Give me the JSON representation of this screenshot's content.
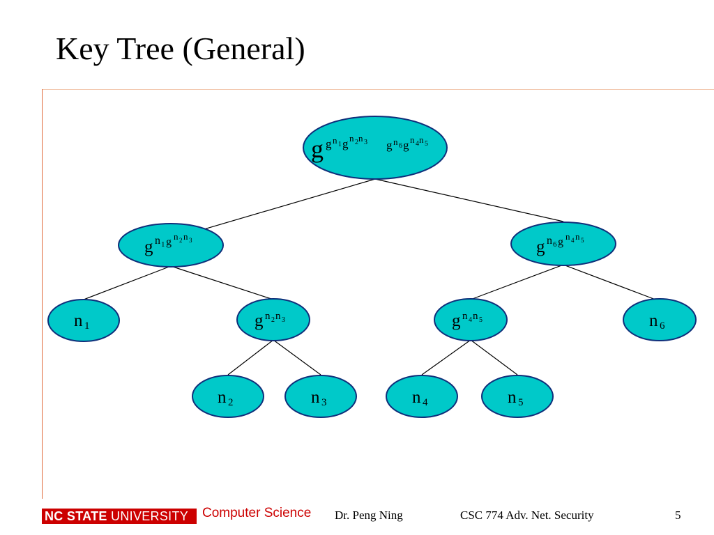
{
  "slide": {
    "title": "Key Tree (General)",
    "page_number": "5"
  },
  "footer": {
    "university_bold": "NC STATE",
    "university_rest": "UNIVERSITY",
    "department": "Computer Science",
    "author": "Dr. Peng Ning",
    "course": "CSC 774 Adv. Net. Security"
  },
  "tree": {
    "node_fill": "#00c9c9",
    "node_stroke": "#0f2f7a",
    "nodes": {
      "root": {
        "base": "g",
        "exp": "gn1gn2n3 gn6gn4n5"
      },
      "left": {
        "base": "g",
        "exp": "n1gn2n3"
      },
      "right": {
        "base": "g",
        "exp": "n6gn4n5"
      },
      "n1": {
        "base": "n",
        "sub": "1"
      },
      "g23": {
        "base": "g",
        "exp": "n2n3"
      },
      "g45": {
        "base": "g",
        "exp": "n4n5"
      },
      "n6": {
        "base": "n",
        "sub": "6"
      },
      "n2": {
        "base": "n",
        "sub": "2"
      },
      "n3": {
        "base": "n",
        "sub": "3"
      },
      "n4": {
        "base": "n",
        "sub": "4"
      },
      "n5": {
        "base": "n",
        "sub": "5"
      }
    },
    "edges": [
      [
        "root",
        "left"
      ],
      [
        "root",
        "right"
      ],
      [
        "left",
        "n1"
      ],
      [
        "left",
        "g23"
      ],
      [
        "right",
        "g45"
      ],
      [
        "right",
        "n6"
      ],
      [
        "g23",
        "n2"
      ],
      [
        "g23",
        "n3"
      ],
      [
        "g45",
        "n4"
      ],
      [
        "g45",
        "n5"
      ]
    ]
  }
}
